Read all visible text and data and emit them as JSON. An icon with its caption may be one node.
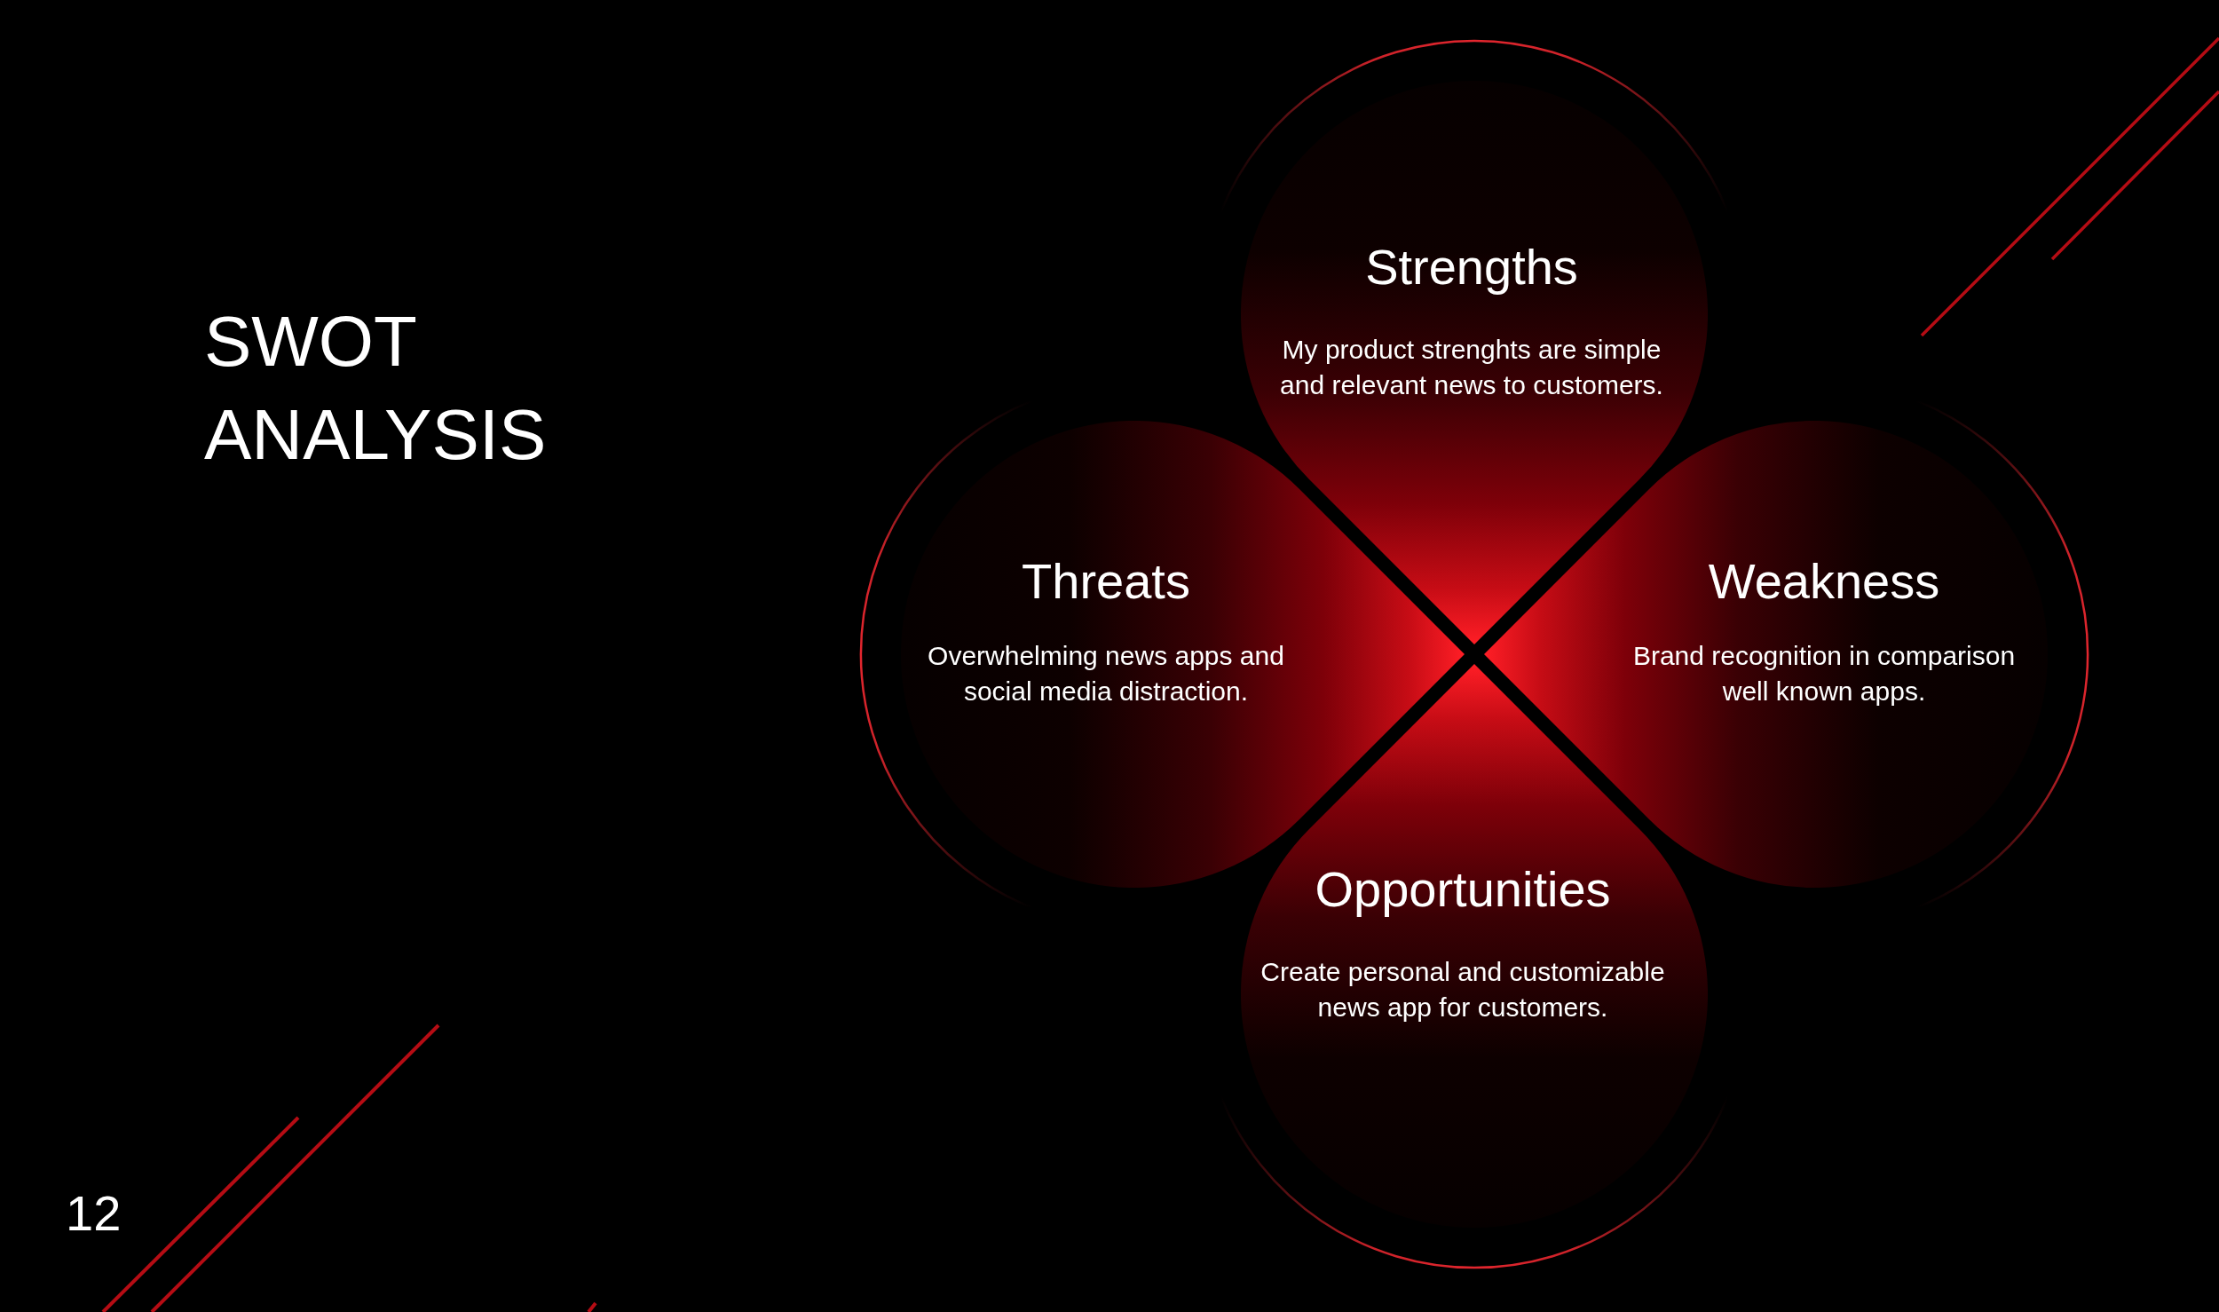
{
  "diagram": {
    "title": "SWOT ANALYSIS",
    "nodes": [
      {
        "text": [
          "Strengths",
          "My product strenghts are simple and relevant news to customers."
        ]
      },
      {
        "text": [
          "Threats",
          "Overwhelming news apps and social media distraction."
        ]
      },
      {
        "text": [
          "Weakness",
          "Brand recognition in comparison well known apps."
        ]
      },
      {
        "text": [
          "Opportunities",
          "Create personal and customizable news app for customers."
        ]
      }
    ],
    "labels": [
      "12"
    ]
  }
}
